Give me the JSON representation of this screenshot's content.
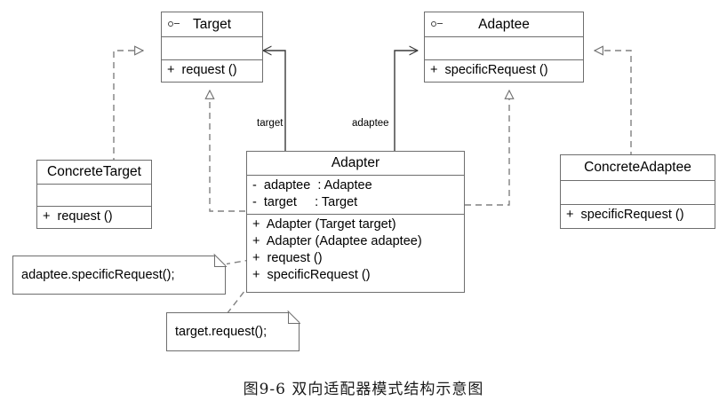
{
  "diagram": {
    "kind": "uml-class-diagram",
    "caption": "图9-6  双向适配器模式结构示意图",
    "stroke_color": "#6e6e6e",
    "dashed_color": "#808080",
    "background": "#ffffff"
  },
  "classes": {
    "target": {
      "name": "Target",
      "stereotype_icon": "interface-lollipop-icon",
      "is_interface": true,
      "attributes": [],
      "operations": [
        "+  request ()"
      ]
    },
    "adaptee": {
      "name": "Adaptee",
      "stereotype_icon": "interface-lollipop-icon",
      "is_interface": true,
      "attributes": [],
      "operations": [
        "+  specificRequest ()"
      ]
    },
    "concrete_target": {
      "name": "ConcreteTarget",
      "is_interface": false,
      "attributes": [],
      "operations": [
        "+  request ()"
      ]
    },
    "concrete_adaptee": {
      "name": "ConcreteAdaptee",
      "is_interface": false,
      "attributes": [],
      "operations": [
        "+  specificRequest ()"
      ]
    },
    "adapter": {
      "name": "Adapter",
      "is_interface": false,
      "attributes": [
        "-  adaptee  : Adaptee",
        "-  target     : Target"
      ],
      "operations": [
        "+  Adapter (Target target)",
        "+  Adapter (Adaptee adaptee)",
        "+  request ()",
        "+  specificRequest ()"
      ]
    }
  },
  "edge_labels": {
    "target_role": "target",
    "adaptee_role": "adaptee"
  },
  "notes": [
    {
      "id": "note-adaptee-call",
      "text": "adaptee.specificRequest();"
    },
    {
      "id": "note-target-call",
      "text": "target.request();"
    }
  ],
  "relationships": [
    {
      "type": "realization",
      "from": "ConcreteTarget",
      "to": "Target",
      "style": "dashed",
      "arrow": "hollow-triangle"
    },
    {
      "type": "realization",
      "from": "Adapter",
      "to": "Target",
      "style": "dashed",
      "arrow": "hollow-triangle"
    },
    {
      "type": "realization",
      "from": "ConcreteAdaptee",
      "to": "Adaptee",
      "style": "dashed",
      "arrow": "hollow-triangle"
    },
    {
      "type": "realization",
      "from": "Adapter",
      "to": "Adaptee",
      "style": "dashed",
      "arrow": "hollow-triangle"
    },
    {
      "type": "association",
      "from": "Adapter",
      "to": "Target",
      "style": "solid",
      "arrow": "open",
      "role": "target"
    },
    {
      "type": "association",
      "from": "Adapter",
      "to": "Adaptee",
      "style": "solid",
      "arrow": "open",
      "role": "adaptee"
    },
    {
      "type": "note-anchor",
      "from": "note-adaptee-call",
      "to": "Adapter.request ()",
      "style": "dashed",
      "arrow": "none"
    },
    {
      "type": "note-anchor",
      "from": "note-target-call",
      "to": "Adapter.specificRequest ()",
      "style": "dashed",
      "arrow": "none"
    }
  ]
}
